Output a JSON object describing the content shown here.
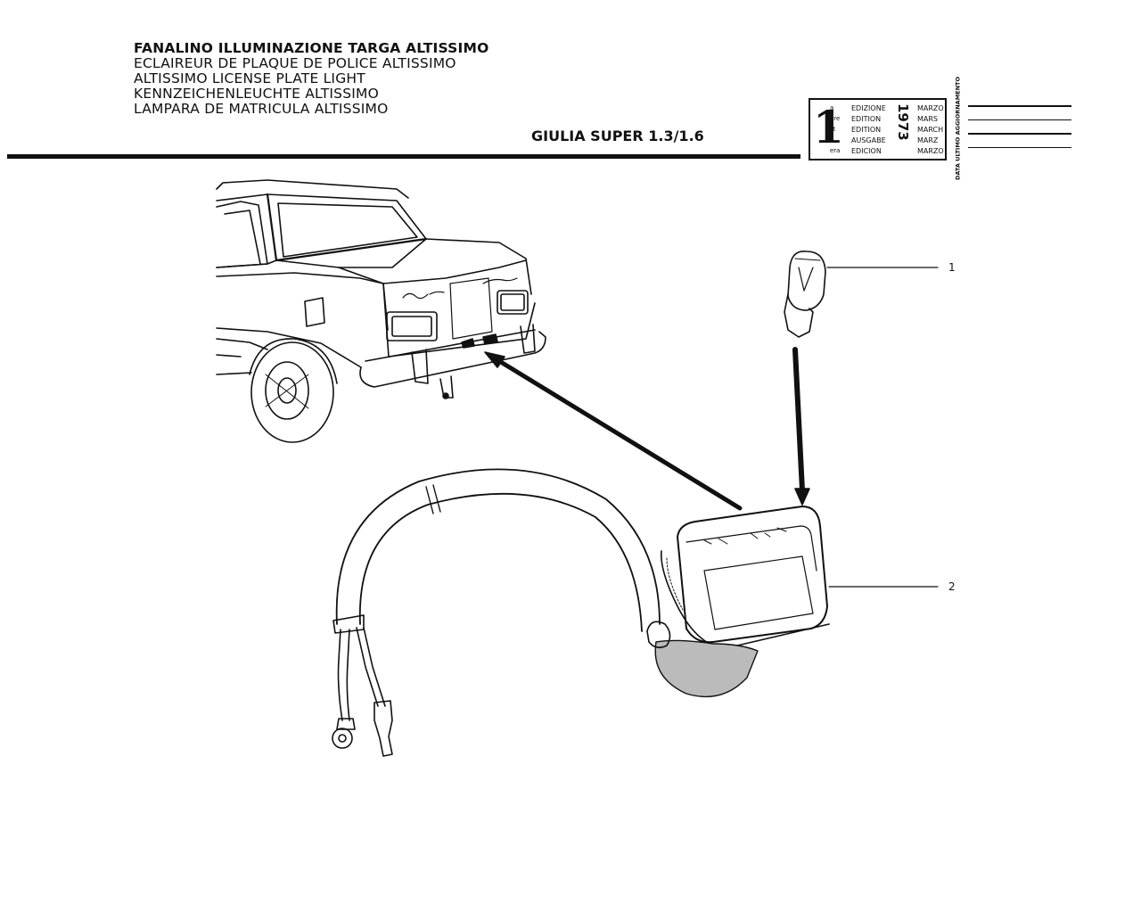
{
  "header": {
    "titles": [
      "FANALINO ILLUMINAZIONE TARGA ALTISSIMO",
      "ECLAIREUR DE PLAQUE DE POLICE ALTISSIMO",
      "ALTISSIMO LICENSE PLATE LIGHT",
      "KENNZEICHENLEUCHTE ALTISSIMO",
      "LAMPARA DE MATRICULA ALTISSIMO"
    ],
    "model": "GIULIA SUPER 1.3/1.6"
  },
  "edition_box": {
    "number": "1",
    "suffixes": [
      "a",
      "ere",
      "st",
      ".",
      "era"
    ],
    "words": [
      "EDIZIONE",
      "EDITION",
      "EDITION",
      "AUSGABE",
      "EDICION"
    ],
    "year": "1973",
    "months": [
      "MARZO",
      "MARS",
      "MARCH",
      "MARZ",
      "MARZO"
    ],
    "update_label": "DATA ULTIMO AGGIORNAMENTO"
  },
  "callouts": {
    "bulb": "1",
    "lamp": "2"
  }
}
